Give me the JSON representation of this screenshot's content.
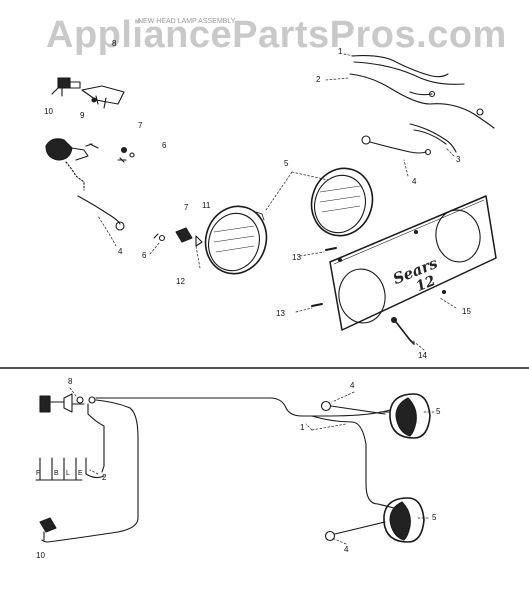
{
  "watermark": "AppliancePartsPros.com",
  "subheading": "NEW HEAD LAMP ASSEMBLY",
  "panel_brand": "Sears",
  "panel_model": "12",
  "upper_callouts": {
    "c8": "8",
    "c10": "10",
    "c9": "9",
    "c7": "7",
    "c6a": "6",
    "c6b": "6",
    "c4a": "4",
    "c1": "1",
    "c2": "2",
    "c3": "3",
    "c4b": "4",
    "c5": "5",
    "c11": "11",
    "c7b": "7",
    "c12": "12",
    "c13a": "13",
    "c13b": "13",
    "c15": "15",
    "c14": "14"
  },
  "lower_callouts": {
    "c8": "8",
    "c4a": "4",
    "c5a": "5",
    "c1": "1",
    "c2": "2",
    "c5b": "5",
    "c4b": "4",
    "c10": "10"
  },
  "wire_codes": [
    "F",
    "B",
    "L",
    "E"
  ]
}
